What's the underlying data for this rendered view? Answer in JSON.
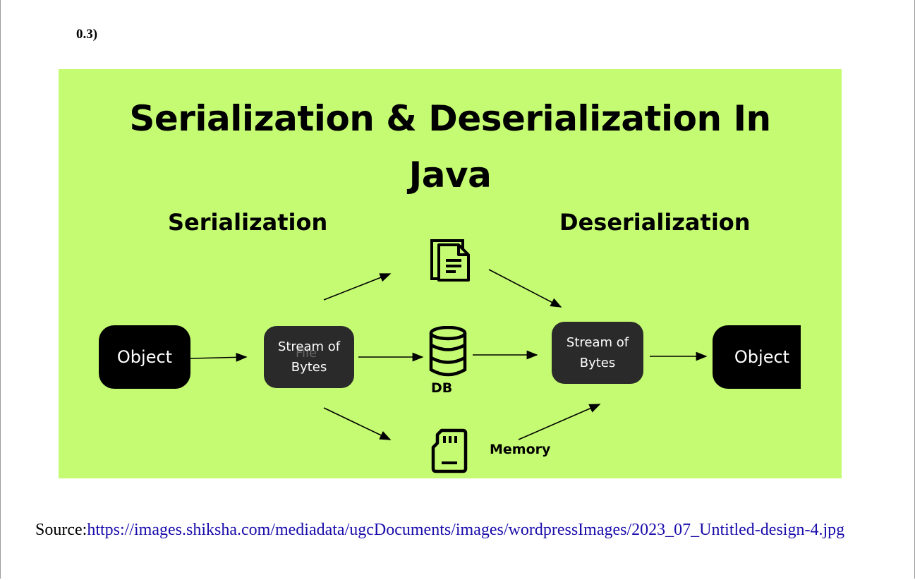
{
  "section_number": "0.3)",
  "figure": {
    "background": "#c5fb72",
    "title_line1": "Serialization & Deserialization In",
    "title_line2": "Java",
    "left_heading": "Serialization",
    "right_heading": "Deserialization",
    "left_object": "Object",
    "right_object": "Object",
    "left_stream_line1": "Stream of",
    "left_stream_line2": "Bytes",
    "left_stream_overlap": "File",
    "right_stream_line1": "Stream of",
    "right_stream_line2": "Bytes",
    "db_label": "DB",
    "memory_label": "Memory",
    "icons": [
      "file-icon",
      "database-icon",
      "memory-card-icon"
    ]
  },
  "source": {
    "prefix": "Source:",
    "url": "https://images.shiksha.com/mediadata/ugcDocuments/images/wordpressImages/2023_07_Untitled-design-4.jpg"
  }
}
